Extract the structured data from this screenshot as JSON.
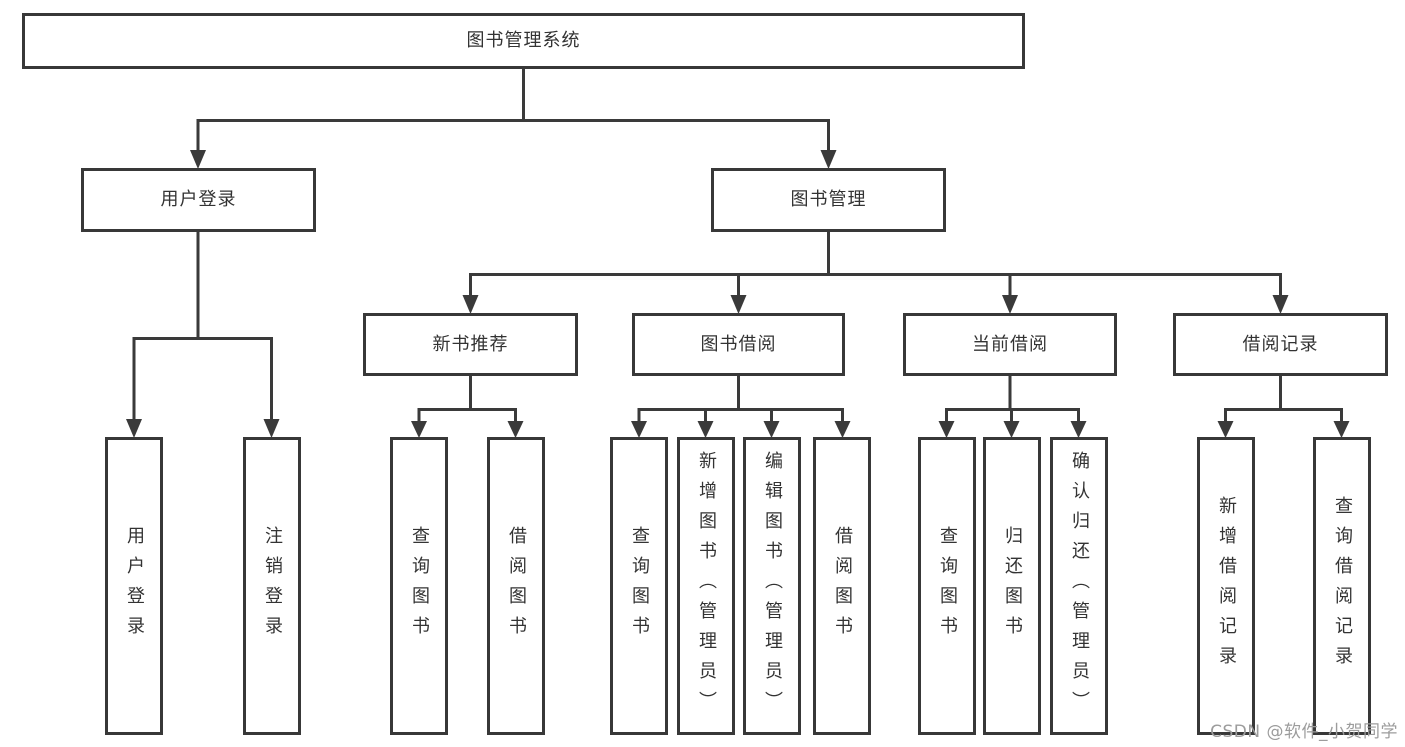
{
  "nodes": {
    "root": "图书管理系统",
    "user_login": "用户登录",
    "book_mgmt": "图书管理",
    "new_book_rec": "新书推荐",
    "book_borrow": "图书借阅",
    "current_borrow": "当前借阅",
    "borrow_records": "借阅记录",
    "ul_login": "用户登录",
    "ul_logout": "注销登录",
    "nb_query": "查询图书",
    "nb_borrow": "借阅图书",
    "bb_query": "查询图书",
    "bb_add": "新增图书（管理员）",
    "bb_edit": "编辑图书（管理员）",
    "bb_borrow": "借阅图书",
    "cb_query": "查询图书",
    "cb_return": "归还图书",
    "cb_confirm": "确认归还（管理员）",
    "br_add": "新增借阅记录",
    "br_query": "查询借阅记录"
  },
  "watermark": "CSDN @软件_小贺同学",
  "colors": {
    "line": "#3a3a3a",
    "text": "#333333",
    "watermark": "#9c9c9c"
  }
}
